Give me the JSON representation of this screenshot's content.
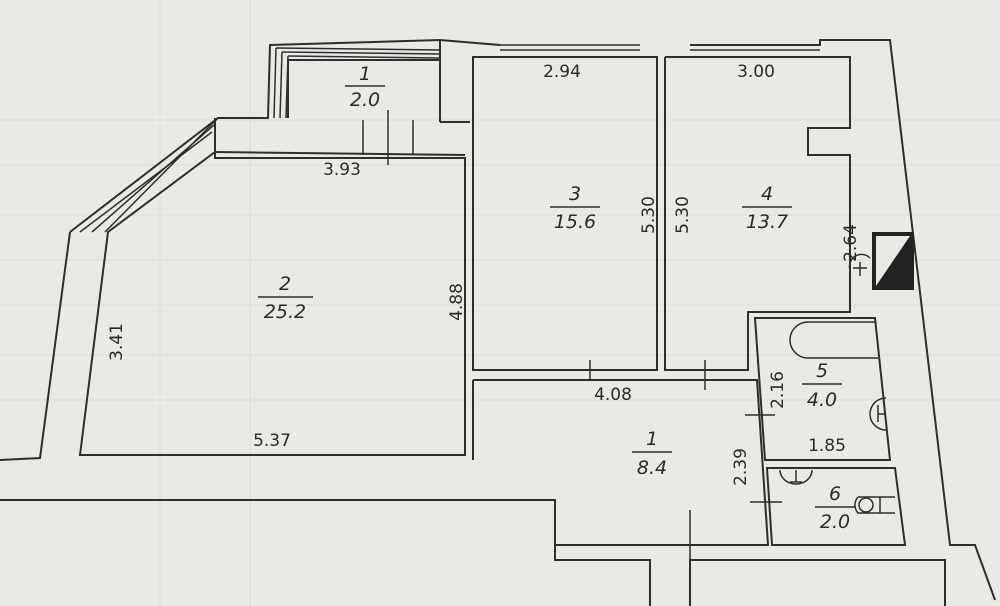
{
  "rooms": [
    {
      "number": "1",
      "area": "2.0"
    },
    {
      "number": "2",
      "area": "25.2"
    },
    {
      "number": "3",
      "area": "15.6"
    },
    {
      "number": "4",
      "area": "13.7"
    },
    {
      "number": "1",
      "area": "8.4"
    },
    {
      "number": "5",
      "area": "4.0"
    },
    {
      "number": "6",
      "area": "2.0"
    }
  ],
  "dimensions": {
    "balcony_width": "3.93",
    "room2_left": "3.41",
    "room2_right": "4.88",
    "room2_bottom": "5.37",
    "room3_width": "2.94",
    "room3_height": "5.30",
    "room4_height": "5.30",
    "room4_width": "3.00",
    "room4_side": "2.64",
    "hall_width": "4.08",
    "hall_side": "2.39",
    "bath_height": "2.16",
    "bath_width": "1.85"
  }
}
